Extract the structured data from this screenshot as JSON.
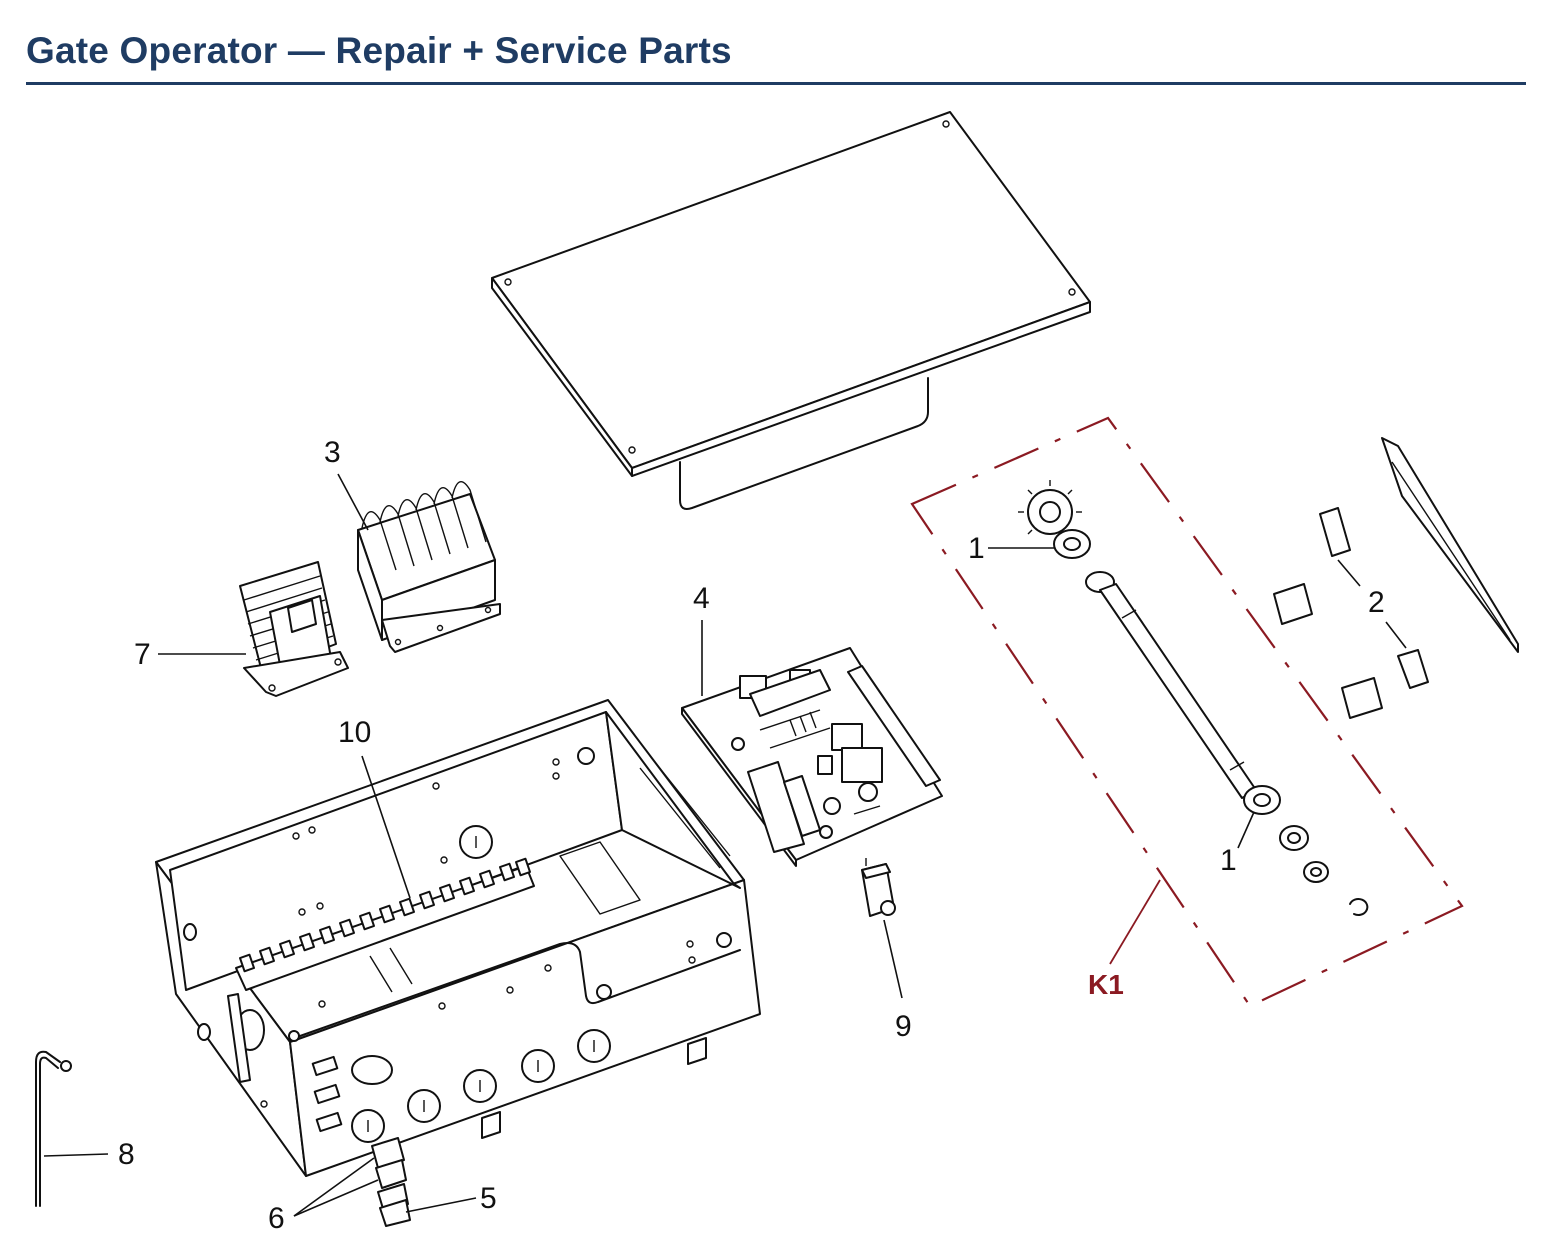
{
  "page": {
    "title": "Gate Operator — Repair + Service Parts"
  },
  "colors": {
    "title": "#1f3c63",
    "kit_outline": "#8b1a22",
    "line_art": "#111111"
  },
  "callouts": [
    {
      "id": "c1a",
      "label": "1",
      "part": "sprocket-gear"
    },
    {
      "id": "c1b",
      "label": "1",
      "part": "sprocket-gear"
    },
    {
      "id": "c2",
      "label": "2",
      "part": "limit-switch"
    },
    {
      "id": "c3",
      "label": "3",
      "part": "capacitor"
    },
    {
      "id": "c4",
      "label": "4",
      "part": "control-board"
    },
    {
      "id": "c5",
      "label": "5",
      "part": "power-switch"
    },
    {
      "id": "c6",
      "label": "6",
      "part": "rocker-switch"
    },
    {
      "id": "c7",
      "label": "7",
      "part": "transformer"
    },
    {
      "id": "c8",
      "label": "8",
      "part": "antenna"
    },
    {
      "id": "c9",
      "label": "9",
      "part": "relay"
    },
    {
      "id": "c10",
      "label": "10",
      "part": "terminal-strip"
    }
  ],
  "kit": {
    "label": "K1"
  }
}
